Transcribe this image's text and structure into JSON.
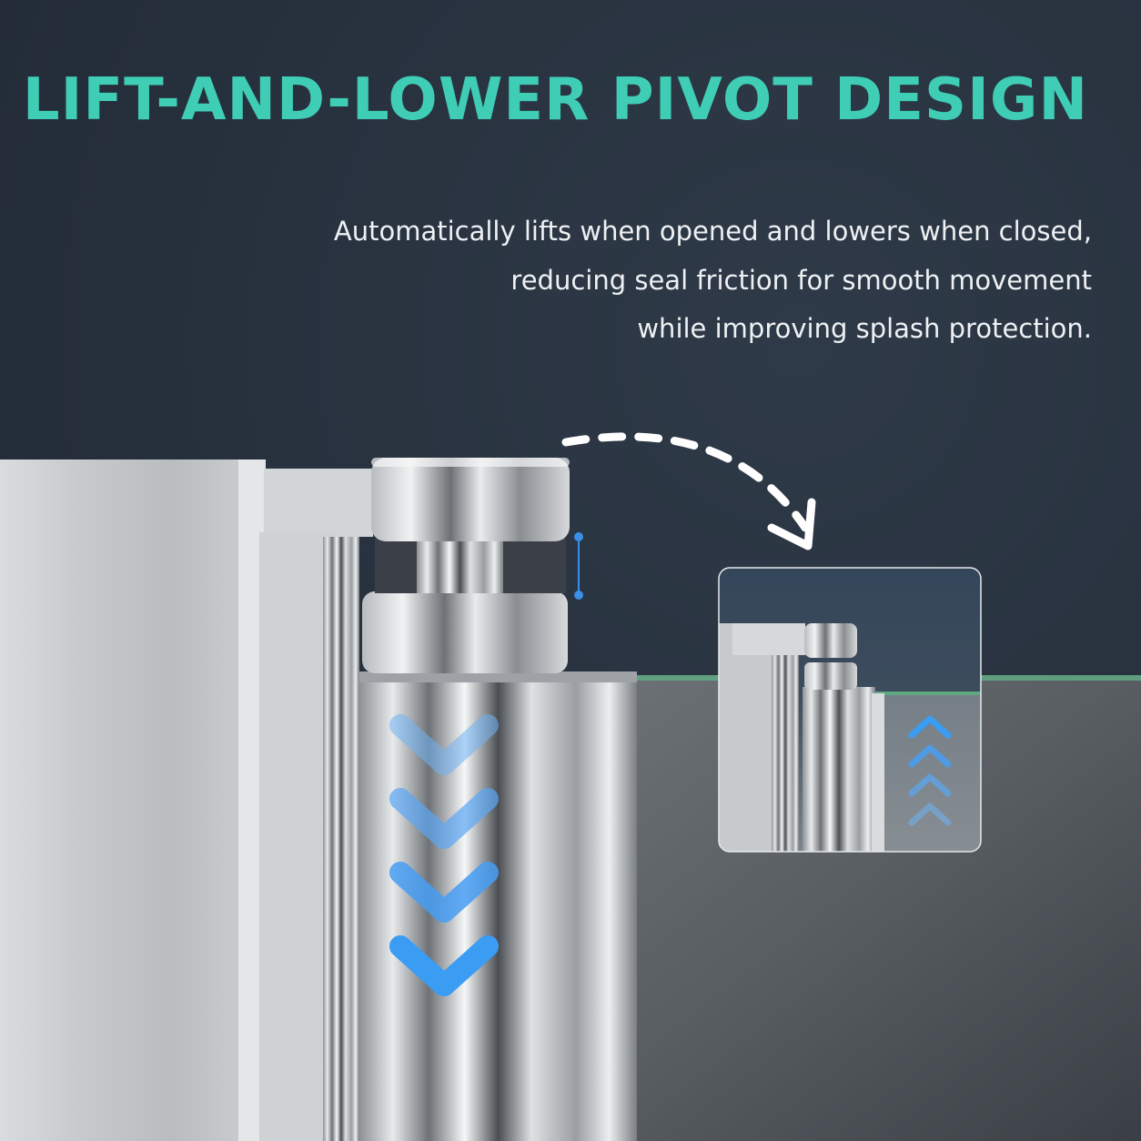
{
  "headline": "LIFT-AND-LOWER PIVOT DESIGN",
  "description": [
    "Automatically lifts when opened and lowers when closed,",
    "reducing seal friction for smooth movement",
    "while improving splash protection."
  ],
  "colors": {
    "background": "#26303c",
    "headline": "#3fcdb6",
    "arrow_blue": "#3a9cf2",
    "description_text": "#eef1f4"
  },
  "indicators": {
    "main_direction": "down",
    "inset_direction": "up",
    "curved_arrow": "dashed-curved-arrow"
  }
}
